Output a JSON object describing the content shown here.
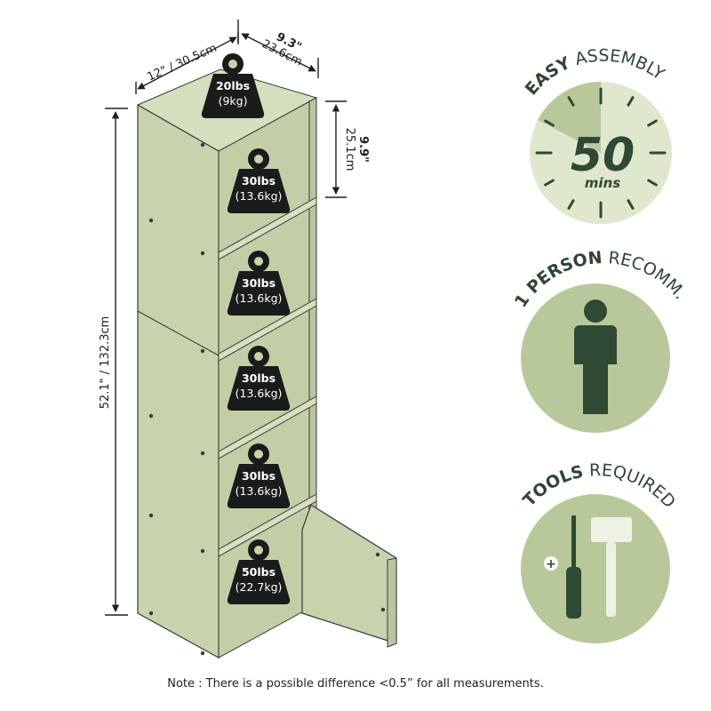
{
  "colors": {
    "panel_front": "#c6d3ac",
    "panel_side": "#b9c79d",
    "panel_inner": "#d4dfbd",
    "edge": "#3a3a3a",
    "weight_fill": "#1b1b1b",
    "badge_light": "#dfe8cc",
    "badge_mid": "#b9c89a",
    "badge_dark": "#2f4a34",
    "badge_text": "#2d4632"
  },
  "dimensions": {
    "depth": "12\" / 30.5cm",
    "width_in": "9.3\"",
    "width_cm": "23.6cm",
    "height": "52.1\" / 132.3cm",
    "shelf_in": "9.9\"",
    "shelf_cm": "25.1cm"
  },
  "weights": [
    {
      "lbs": "20lbs",
      "kg": "(9kg)"
    },
    {
      "lbs": "30lbs",
      "kg": "(13.6kg)"
    },
    {
      "lbs": "30lbs",
      "kg": "(13.6kg)"
    },
    {
      "lbs": "30lbs",
      "kg": "(13.6kg)"
    },
    {
      "lbs": "30lbs",
      "kg": "(13.6kg)"
    },
    {
      "lbs": "50lbs",
      "kg": "(22.7kg)"
    }
  ],
  "badges": {
    "assembly": {
      "bold": "EASY",
      "rest": " ASSEMBLY",
      "value": "50",
      "unit": "mins"
    },
    "person": {
      "bold": "1 PERSON",
      "rest": " RECOMM."
    },
    "tools": {
      "bold": "TOOLS",
      "rest": " REQUIRED",
      "plus_symbol": "+"
    }
  },
  "note": "Note : There is a possible difference <0.5” for all measurements."
}
